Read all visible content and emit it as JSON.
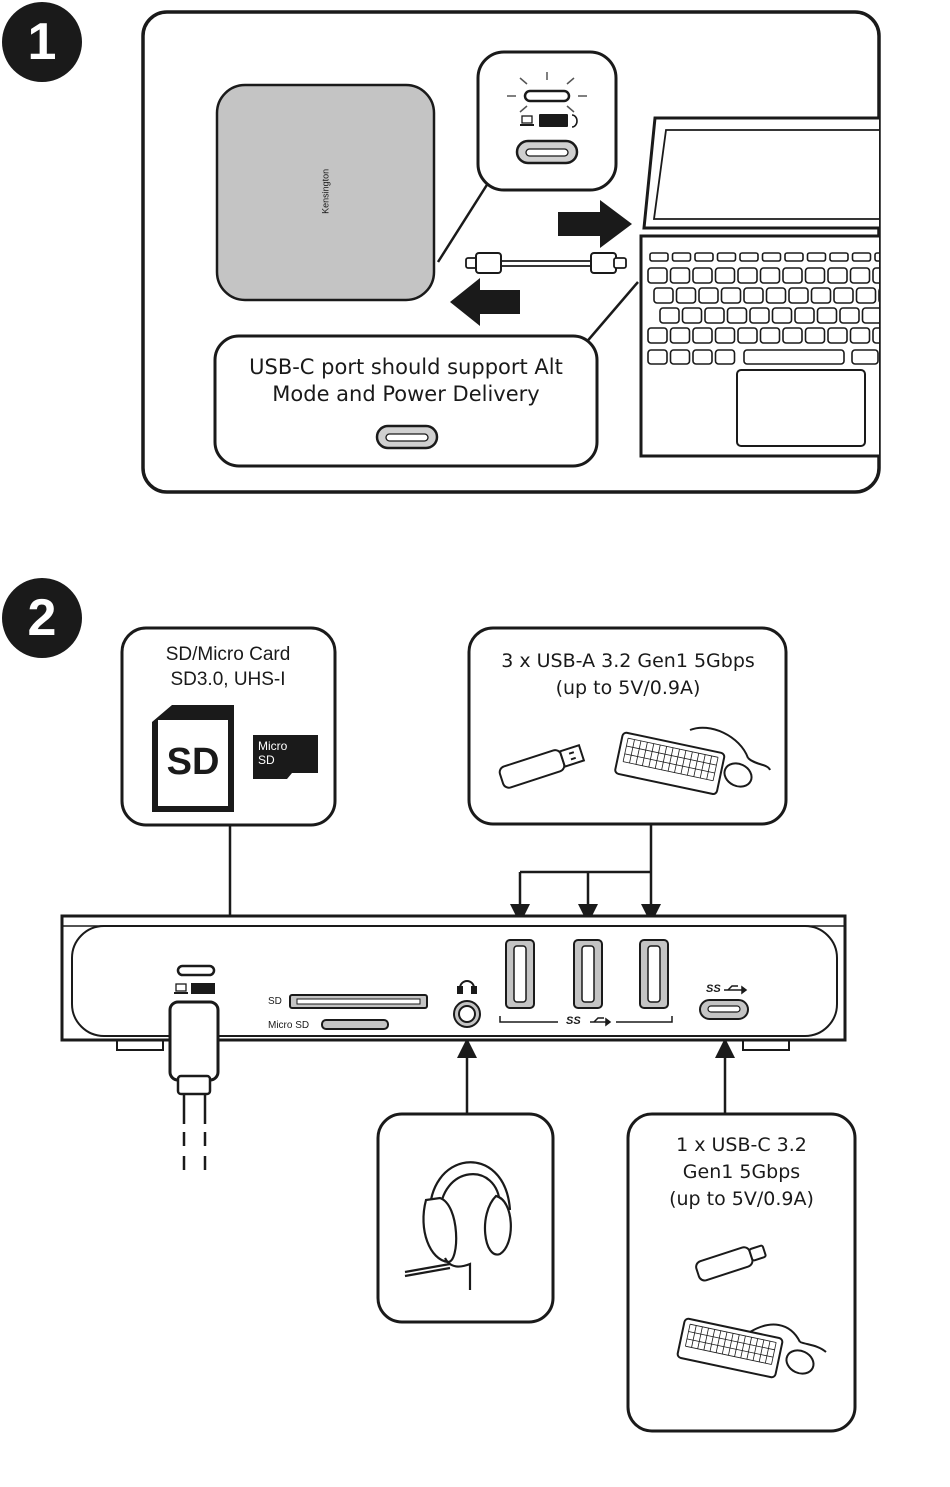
{
  "colors": {
    "ink": "#1a1a1a",
    "hub_fill": "#c4c4c4",
    "paper": "#ffffff"
  },
  "steps": {
    "one": "1",
    "two": "2"
  },
  "step1": {
    "brand": "Kensington",
    "requirement_line1": "USB-C port should support Alt",
    "requirement_line2": "Mode and Power Delivery",
    "port_icons": [
      "laptop-icon",
      "superspeed-usb-icon",
      "power-icon"
    ]
  },
  "step2": {
    "sd_box": {
      "line1": "SD/Micro Card",
      "line2": "SD3.0, UHS-I",
      "sd_card_text": "SD",
      "micro_line1": "Micro",
      "micro_line2": "SD"
    },
    "usba_box": {
      "line1": "3 x USB-A 3.2 Gen1 5Gbps",
      "line2": "(up to 5V/0.9A)"
    },
    "usbc_box": {
      "line1": "1 x USB-C 3.2",
      "line2": "Gen1 5Gbps",
      "line3": "(up to 5V/0.9A)"
    },
    "dock_labels": {
      "sd": "SD",
      "micro_sd": "Micro SD",
      "ss_usba": "SS",
      "ss_usbc": "SS"
    }
  }
}
